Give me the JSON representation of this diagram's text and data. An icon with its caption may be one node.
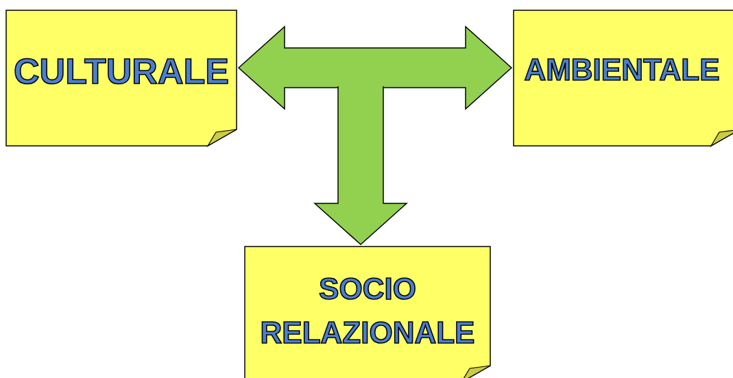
{
  "diagram": {
    "nodes": [
      {
        "text": [
          "CULTURALE"
        ]
      },
      {
        "text": [
          "AMBIENTALE"
        ]
      },
      {
        "text": [
          "SOCIO RELAZIONALE"
        ]
      }
    ],
    "edges": [
      {
        "from": 0,
        "to": 1,
        "arrow": "both",
        "style": "thick"
      },
      {
        "from": null,
        "to": 2,
        "arrow": "to",
        "style": "thick"
      }
    ]
  }
}
